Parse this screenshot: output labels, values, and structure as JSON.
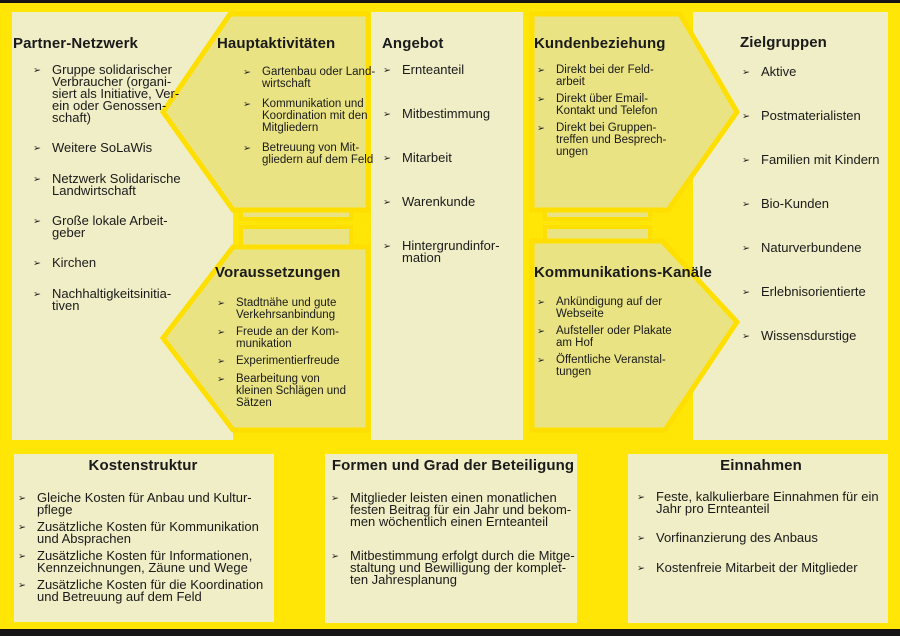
{
  "bullet_char": "➢",
  "colors": {
    "background": "#ffe606",
    "panel_fill": "#f0eec6",
    "hexagon_fill": "#e9e383",
    "shape_border": "#ffdf00",
    "edge_strip": "#161616",
    "text": "#1a1a1a"
  },
  "panels": {
    "partner": {
      "title": "Partner-Netzwerk",
      "items": [
        "Gruppe solidarischer\nVerbraucher (organi-\nsiert als Initiative, Ver-\nein oder Genossen-\nschaft)",
        "Weitere SoLaWis",
        "Netzwerk Solidarische\nLandwirtschaft",
        "Große lokale Arbeit-\ngeber",
        "Kirchen",
        "Nachhaltigkeitsinitia-\ntiven"
      ]
    },
    "haupt": {
      "title": "Hauptaktivitäten",
      "items": [
        "Gartenbau oder Land-\nwirtschaft",
        "Kommunikation und\nKoordination mit den\nMitgliedern",
        "Betreuung von Mit-\ngliedern auf dem Feld"
      ]
    },
    "voraus": {
      "title": "Voraussetzungen",
      "items": [
        "Stadtnähe und gute\nVerkehrsanbindung",
        "Freude an der Kom-\nmunikation",
        "Experimentierfreude",
        "Bearbeitung von\nkleinen Schlägen und\nSätzen"
      ]
    },
    "angebot": {
      "title": "Angebot",
      "items": [
        "Ernteanteil",
        "Mitbestimmung",
        "Mitarbeit",
        "Warenkunde",
        "Hintergrundinfor-\nmation"
      ]
    },
    "kunden": {
      "title": "Kundenbeziehung",
      "items": [
        "Direkt bei der Feld-\narbeit",
        "Direkt über Email-\nKontakt und Telefon",
        "Direkt bei Gruppen-\ntreffen und Besprech-\nungen"
      ]
    },
    "kanaele": {
      "title": "Kommunikations-Kanäle",
      "items": [
        "Ankündigung auf der\nWebseite",
        "Aufsteller oder Plakate\nam Hof",
        "Öffentliche Veranstal-\ntungen"
      ]
    },
    "ziel": {
      "title": "Zielgruppen",
      "items": [
        "Aktive",
        "Postmaterialisten",
        "Familien mit Kindern",
        "Bio-Kunden",
        "Naturverbundene",
        "Erlebnisorientierte",
        "Wissensdurstige"
      ]
    },
    "kosten": {
      "title": "Kostenstruktur",
      "items": [
        "Gleiche Kosten für Anbau und Kultur-\npflege",
        "Zusätzliche Kosten für Kommunikation\nund Absprachen",
        "Zusätzliche Kosten für Informationen,\nKennzeichnungen, Zäune und Wege",
        "Zusätzliche Kosten für die Koordination\nund Betreuung auf dem Feld"
      ]
    },
    "formen": {
      "title": "Formen und Grad der Beteiligung",
      "items": [
        "Mitglieder leisten einen monatlichen\nfesten Beitrag für ein Jahr und bekom-\nmen wöchentlich einen Ernteanteil",
        "Mitbestimmung erfolgt durch die Mitge-\nstaltung und Bewilligung der komplet-\nten Jahresplanung"
      ]
    },
    "einnahmen": {
      "title": "Einnahmen",
      "items": [
        "Feste, kalkulierbare Einnahmen für ein\nJahr pro Ernteanteil",
        "Vorfinanzierung des Anbaus",
        "Kostenfreie Mitarbeit der Mitglieder"
      ]
    }
  }
}
